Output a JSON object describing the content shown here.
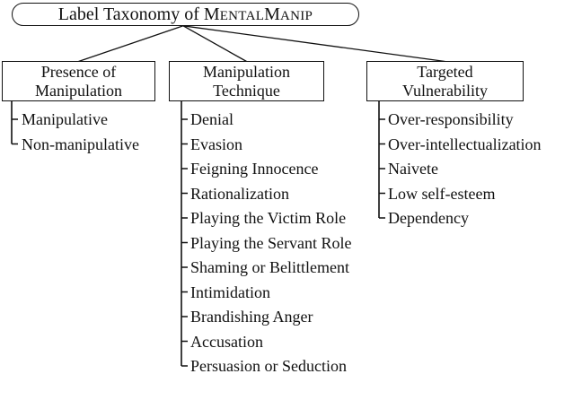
{
  "figure": {
    "root": {
      "prefix": "Label Taxonomy of",
      "smallcaps_name": "MentalManip"
    },
    "columns": [
      {
        "title_lines": [
          "Presence of",
          "Manipulation"
        ],
        "items": [
          "Manipulative",
          "Non-manipulative"
        ]
      },
      {
        "title_lines": [
          "Manipulation",
          "Technique"
        ],
        "items": [
          "Denial",
          "Evasion",
          "Feigning Innocence",
          "Rationalization",
          "Playing the Victim Role",
          "Playing the Servant Role",
          "Shaming or Belittlement",
          "Intimidation",
          "Brandishing Anger",
          "Accusation",
          "Persuasion or Seduction"
        ]
      },
      {
        "title_lines": [
          "Targeted",
          "Vulnerability"
        ],
        "items": [
          "Over-responsibility",
          "Over-intellectualization",
          "Naivete",
          "Low self-esteem",
          "Dependency"
        ]
      }
    ],
    "colors": {
      "ink": "#111111",
      "background": "#ffffff"
    }
  }
}
